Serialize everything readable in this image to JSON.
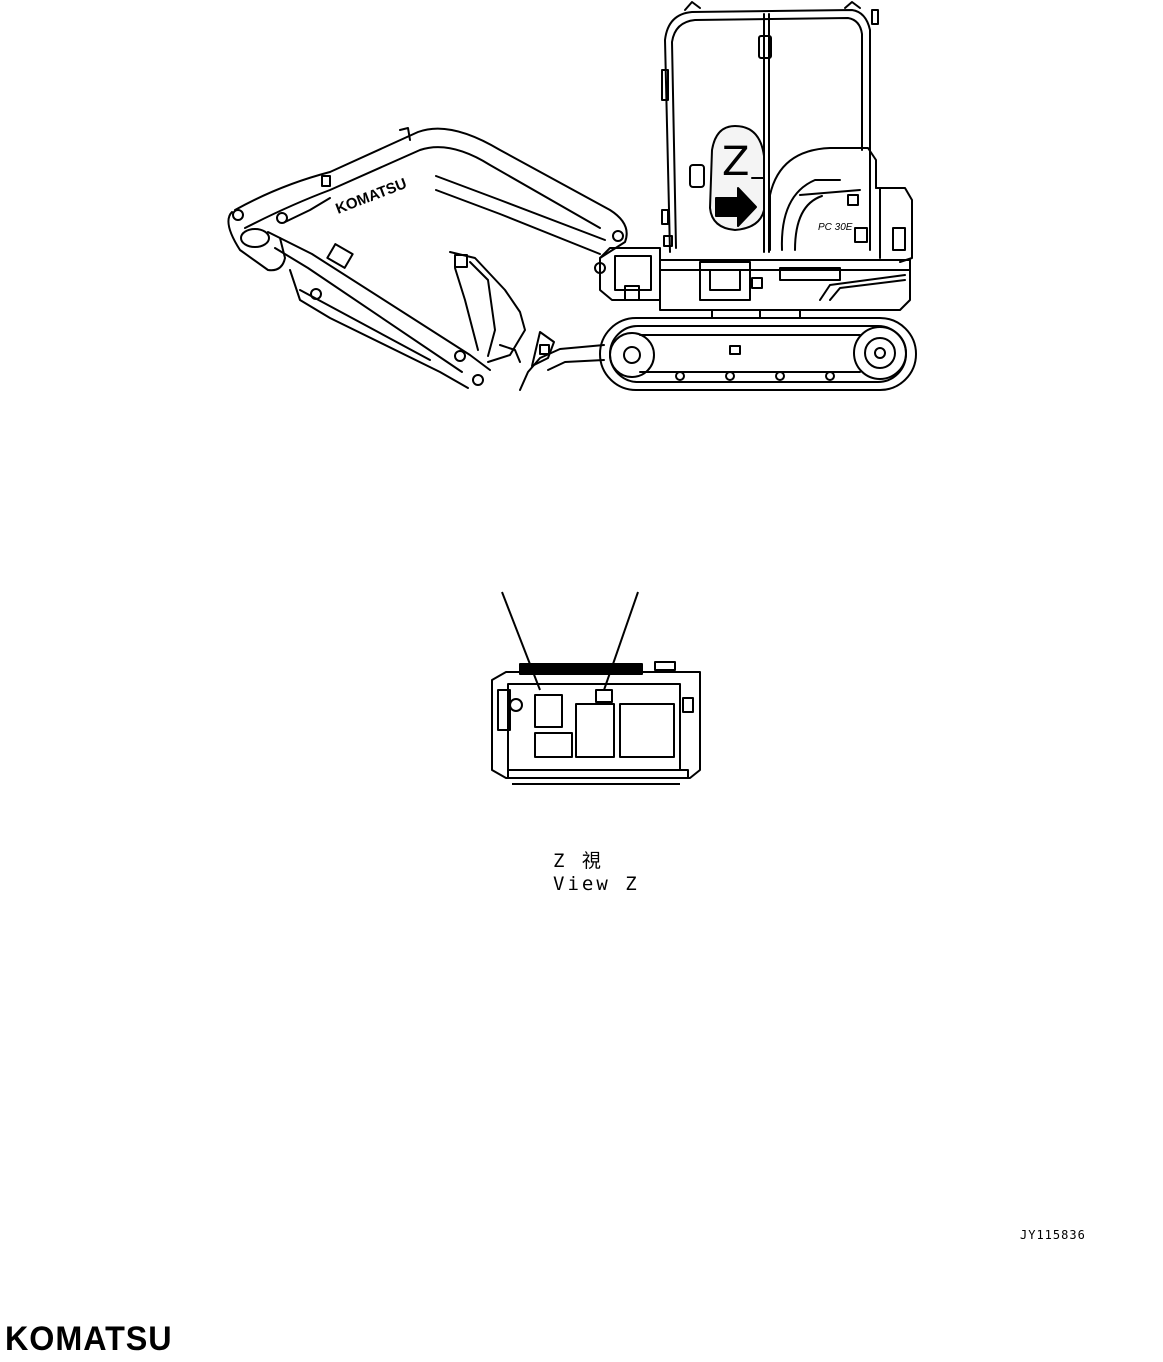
{
  "view_marker": "Z",
  "view_label_jp": "Z 視",
  "view_label_en": "View Z",
  "part_number": "JY115836",
  "brand": "KOMATSU",
  "boom_brand": "KOMATSU",
  "model_badge": "PC 30E",
  "colors": {
    "line": "#000000",
    "background": "#ffffff",
    "callout_fill": "#f4f4f4"
  }
}
